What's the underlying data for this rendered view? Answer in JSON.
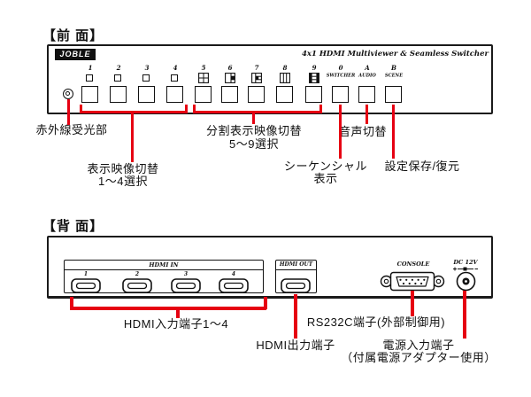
{
  "colors": {
    "red": "#e60012",
    "ink": "#111111"
  },
  "front": {
    "heading": "【前 面】",
    "brand": "JOBLE",
    "title": "4x1 HDMI Multiviewer & Seamless Switcher",
    "buttons": [
      {
        "num": "1"
      },
      {
        "num": "2"
      },
      {
        "num": "3"
      },
      {
        "num": "4"
      },
      {
        "num": "5"
      },
      {
        "num": "6"
      },
      {
        "num": "7"
      },
      {
        "num": "8"
      },
      {
        "num": "9"
      },
      {
        "num": "0",
        "word": "SWITCHER"
      },
      {
        "num": "A",
        "word": "AUDIO"
      },
      {
        "num": "B",
        "word": "SCENE"
      }
    ],
    "labels": {
      "ir": "赤外線受光部",
      "select14_line1": "表示映像切替",
      "select14_line2": "1～4選択",
      "split59_line1": "分割表示映像切替",
      "split59_line2": "5～9選択",
      "audio": "音声切替",
      "sequential_line1": "シーケンシャル",
      "sequential_line2": "表示",
      "save_restore": "設定保存/復元"
    }
  },
  "back": {
    "heading": "【背 面】",
    "hdmi_in_title": "HDMI IN",
    "hdmi_out_title": "HDMI OUT",
    "console_title": "CONSOLE",
    "dc_title": "DC 12V",
    "port_numbers": [
      "1",
      "2",
      "3",
      "4"
    ],
    "labels": {
      "hdmi_in": "HDMI入力端子1～4",
      "hdmi_out": "HDMI出力端子",
      "rs232c": "RS232C端子(外部制御用)",
      "power_line1": "電源入力端子",
      "power_line2": "（付属電源アダプター使用）"
    }
  }
}
